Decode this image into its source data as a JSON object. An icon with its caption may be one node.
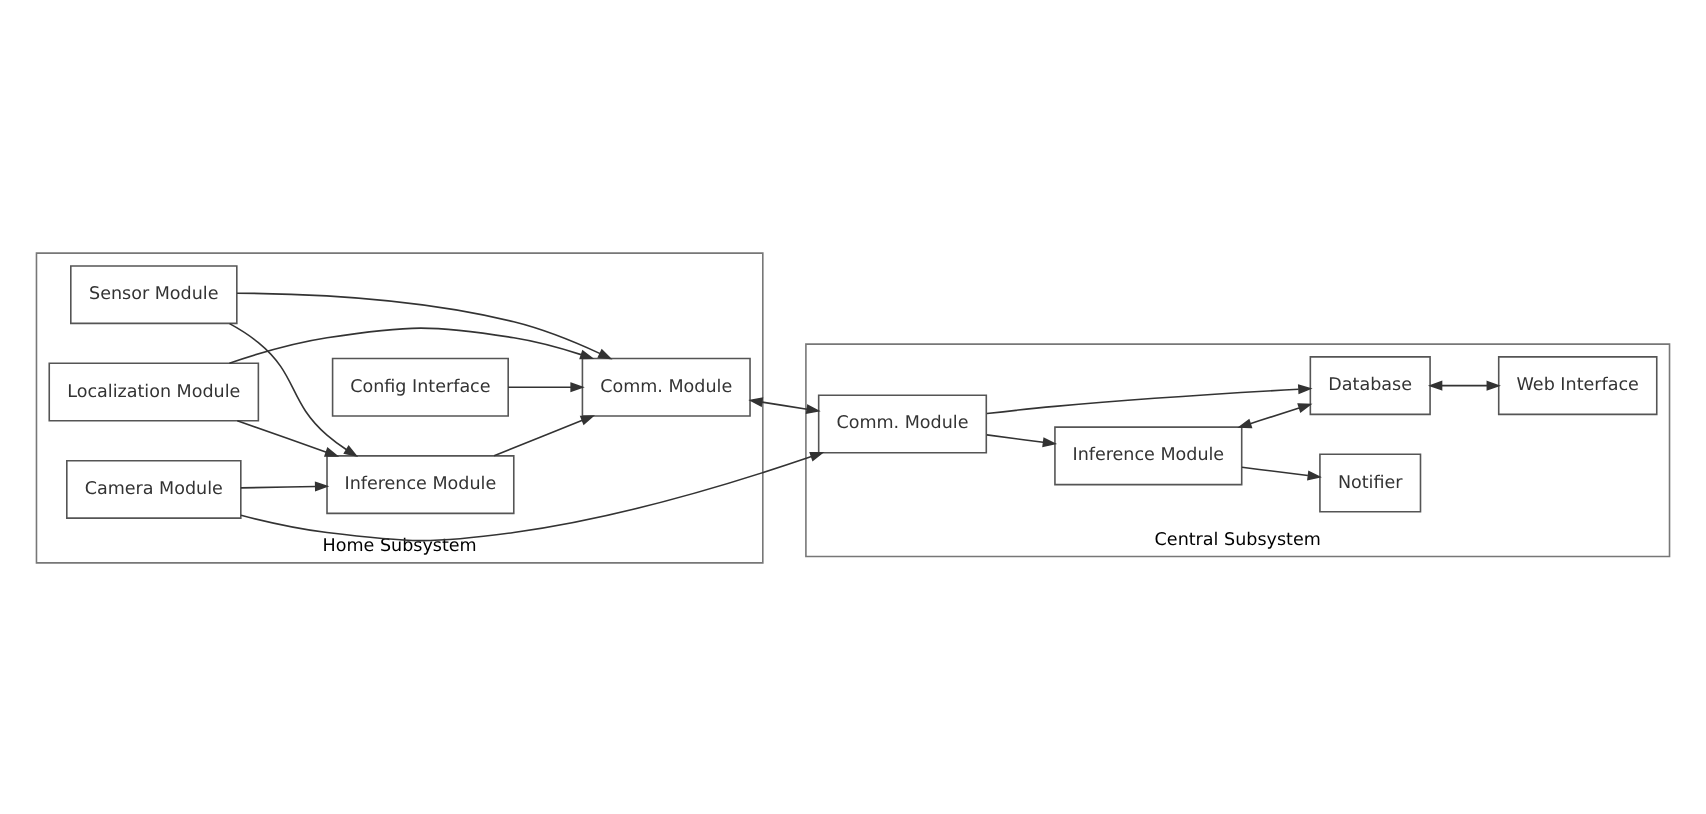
{
  "diagram": {
    "nodes": [
      {
        "text": [
          "Home Subsystem"
        ]
      },
      {
        "text": [
          "Config Interface"
        ],
        "in": 0
      },
      {
        "text": [
          "Comm. Module"
        ],
        "in": 0
      },
      {
        "text": [
          "Inference Module"
        ],
        "in": 0
      },
      {
        "text": [
          "Sensor Module"
        ],
        "in": 0
      },
      {
        "text": [
          "Localization Module"
        ],
        "in": 0
      },
      {
        "text": [
          "Camera Module"
        ],
        "in": 0
      },
      {
        "text": [
          "Central Subsystem"
        ]
      },
      {
        "text": [
          "Comm. Module"
        ],
        "in": 7
      },
      {
        "text": [
          "Notifier"
        ],
        "in": 7
      },
      {
        "text": [
          "Inference Module"
        ],
        "in": 7
      },
      {
        "text": [
          "Database"
        ],
        "in": 7
      },
      {
        "text": [
          "Web Interface"
        ],
        "in": 7
      }
    ],
    "edges": [
      {
        "from": 1,
        "to": 2,
        "arrow": "to"
      },
      {
        "from": 3,
        "to": 2,
        "arrow": "to"
      },
      {
        "from": 4,
        "to": 3,
        "arrow": "to"
      },
      {
        "from": 4,
        "to": 2,
        "arrow": "to"
      },
      {
        "from": 5,
        "to": 3,
        "arrow": "to"
      },
      {
        "from": 5,
        "to": 2,
        "arrow": "to"
      },
      {
        "from": 6,
        "to": 3,
        "arrow": "to"
      },
      {
        "from": 2,
        "to": 8,
        "arrow": "both"
      },
      {
        "from": 6,
        "to": 8,
        "arrow": "to"
      },
      {
        "from": 8,
        "to": 10,
        "arrow": "to"
      },
      {
        "from": 10,
        "to": 9,
        "arrow": "to"
      },
      {
        "from": 8,
        "to": 11,
        "arrow": "to"
      },
      {
        "from": 10,
        "to": 11,
        "arrow": "both"
      },
      {
        "from": 11,
        "to": 12,
        "arrow": "both"
      }
    ]
  }
}
